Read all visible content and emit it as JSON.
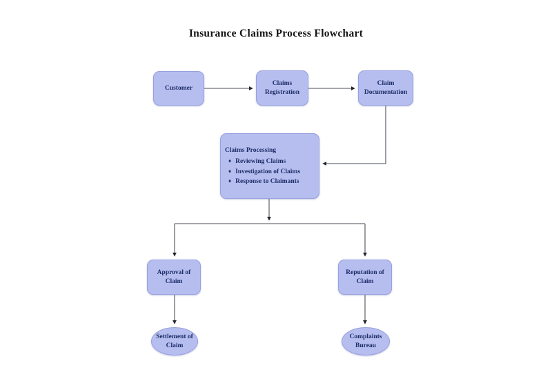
{
  "title": "Insurance Claims Process Flowchart",
  "colors": {
    "node_fill": "#b6bef0",
    "node_border": "#98a1de",
    "node_text": "#1d2c66",
    "connector_line": "#4a4e5a",
    "arrowhead": "#24262c",
    "title_text": "#141414",
    "background": "#ffffff"
  },
  "nodes": {
    "customer": {
      "label": "Customer"
    },
    "claims_registration": {
      "label": "Claims Registration"
    },
    "claim_documentation": {
      "label": "Claim Documentation"
    },
    "claims_processing": {
      "title": "Claims Processing",
      "bullet_glyph": "♦",
      "bullets": [
        "Reviewing Claims",
        "Investigation of Claims",
        "Response to Claimants"
      ]
    },
    "approval_of_claim": {
      "label": "Approval of Claim"
    },
    "reputation_of_claim": {
      "label": "Reputation of Claim"
    },
    "settlement_of_claim": {
      "label": "Settlement of Claim"
    },
    "complaints_bureau": {
      "label": "Complaints Bureau"
    }
  },
  "edges": [
    "Customer -> Claims Registration",
    "Claims Registration -> Claim Documentation",
    "Claim Documentation -> Claims Processing",
    "Claims Processing -> Approval of Claim",
    "Claims Processing -> Reputation of Claim",
    "Approval of Claim -> Settlement of Claim",
    "Reputation of Claim -> Complaints Bureau"
  ]
}
